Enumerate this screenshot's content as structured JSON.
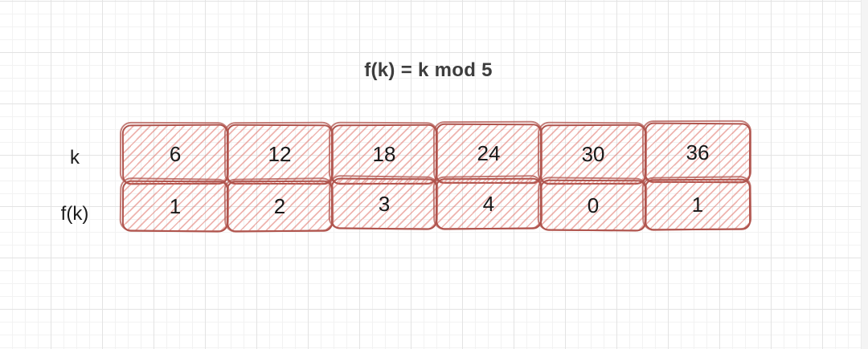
{
  "title": "f(k) = k mod 5",
  "table": {
    "rows": [
      {
        "label": "k",
        "cells": [
          "6",
          "12",
          "18",
          "24",
          "30",
          "36"
        ]
      },
      {
        "label": "f(k)",
        "cells": [
          "1",
          "2",
          "3",
          "4",
          "0",
          "1"
        ]
      }
    ]
  },
  "colors": {
    "box_stroke": "#b0544d",
    "box_hatch": "#efa49c",
    "value_text": "#191919",
    "title_text": "#3d3d3d",
    "grid_minor": "#f2f2f2",
    "grid_major": "#e3e3e3",
    "background": "#ffffff"
  }
}
